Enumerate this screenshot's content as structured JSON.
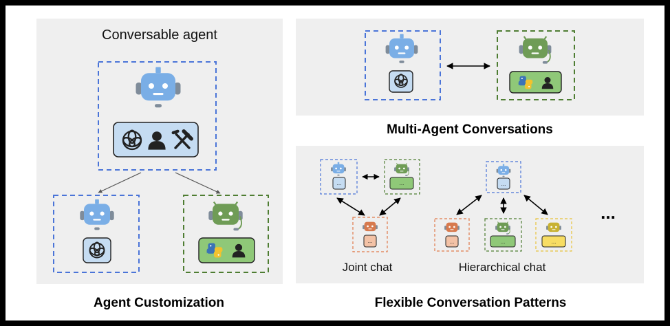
{
  "conversable_agent": {
    "title": "Conversable agent"
  },
  "agent_customization": {
    "caption": "Agent Customization"
  },
  "multi_agent": {
    "caption": "Multi-Agent Conversations"
  },
  "patterns": {
    "caption": "Flexible Conversation Patterns",
    "joint_label": "Joint chat",
    "hier_label": "Hierarchical chat",
    "more": "...",
    "slot_text": "..."
  },
  "colors": {
    "panel": "#efefef",
    "blue_dash": "#4a74d8",
    "green_dash": "#4e7d32",
    "orange_dash": "#e07a4a",
    "yellow_dash": "#e8c23a",
    "robot_blue": "#7aaee6",
    "robot_green": "#6f9c56",
    "robot_orange": "#d77a4e",
    "robot_yellow": "#c8b233",
    "slot_blue": "#c5dcf2",
    "slot_green": "#8fc878",
    "slot_orange": "#f3c2a6",
    "slot_yellow": "#f7dd63"
  }
}
